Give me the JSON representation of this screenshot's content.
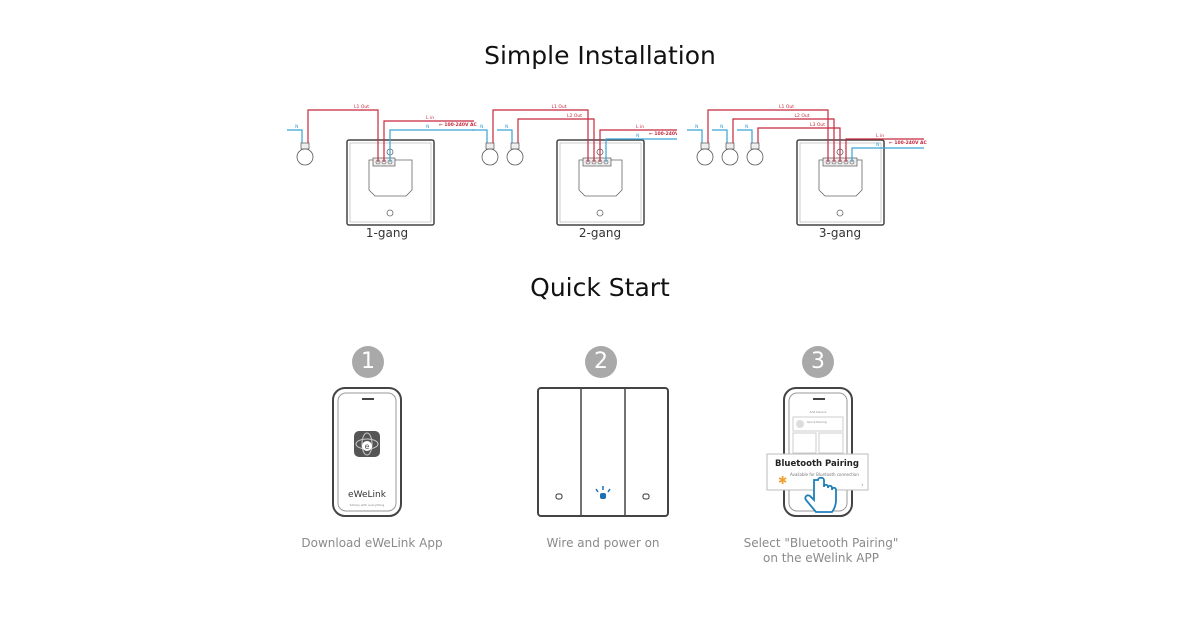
{
  "installation": {
    "title": "Simple Installation",
    "labels": {
      "n": "N",
      "lin": "L in",
      "ac": "100-240V AC",
      "arrow": "←"
    },
    "diagrams": [
      {
        "label": "1-gang",
        "gangs": 1,
        "outs": [
          "L1 Out"
        ]
      },
      {
        "label": "2-gang",
        "gangs": 2,
        "outs": [
          "L1 Out",
          "L2 Out"
        ]
      },
      {
        "label": "3-gang",
        "gangs": 3,
        "outs": [
          "L1 Out",
          "L2 Out",
          "L3 Out"
        ]
      }
    ]
  },
  "quickstart": {
    "title": "Quick Start",
    "steps": [
      {
        "number": "1",
        "caption": "Download eWeLink App",
        "app_name": "eWeLink",
        "app_tagline": "Simply with everything"
      },
      {
        "number": "2",
        "caption": "Wire and power on"
      },
      {
        "number": "3",
        "caption_line1": "Select \"Bluetooth Pairing\"",
        "caption_line2": "on the eWelink APP",
        "card_title": "Bluetooth Pairing",
        "card_sub": "Available for Bluetooth connection",
        "screen_title": "Add Device",
        "screen_item": "Quick Pairing"
      }
    ]
  },
  "colors": {
    "live": "#c8283c",
    "neutral": "#3aa3d6",
    "line": "#555555",
    "step": "#a9a9a9",
    "bt": "#f0a030",
    "led": "#1f6fb5"
  }
}
